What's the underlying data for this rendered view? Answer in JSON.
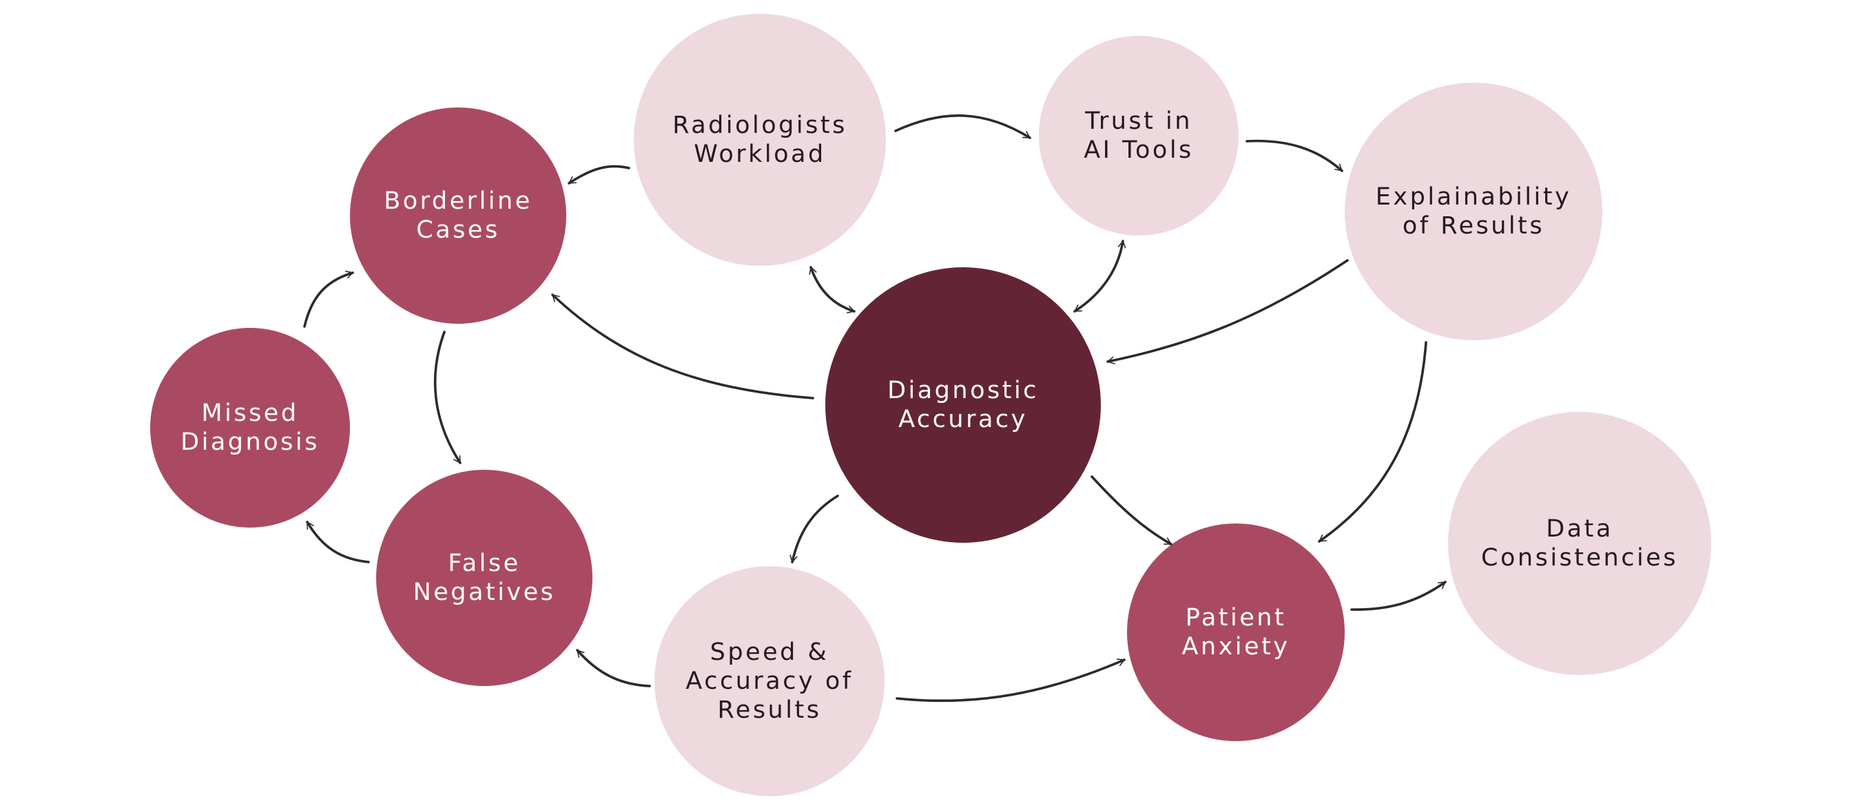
{
  "colors": {
    "light": "#eed9df",
    "medium": "#aa4a62",
    "dark": "#632536",
    "arrow": "#2d2a2c",
    "background": "#ffffff"
  },
  "nodes": {
    "radiologists_workload": {
      "label": "Radiologists\nWorkload",
      "tone": "light"
    },
    "trust_in_ai_tools": {
      "label": "Trust in\nAI Tools",
      "tone": "light"
    },
    "explainability_of_results": {
      "label": "Explainability\nof Results",
      "tone": "light"
    },
    "borderline_cases": {
      "label": "Borderline\nCases",
      "tone": "medium"
    },
    "diagnostic_accuracy": {
      "label": "Diagnostic\nAccuracy",
      "tone": "dark"
    },
    "missed_diagnosis": {
      "label": "Missed\nDiagnosis",
      "tone": "medium"
    },
    "false_negatives": {
      "label": "False\nNegatives",
      "tone": "medium"
    },
    "speed_accuracy_of_results": {
      "label": "Speed &\nAccuracy of\nResults",
      "tone": "light"
    },
    "patient_anxiety": {
      "label": "Patient\nAnxiety",
      "tone": "medium"
    },
    "data_consistencies": {
      "label": "Data\nConsistencies",
      "tone": "light"
    }
  },
  "edges": [
    {
      "from": "radiologists_workload",
      "to": "trust_in_ai_tools",
      "bidirectional": false
    },
    {
      "from": "trust_in_ai_tools",
      "to": "explainability_of_results",
      "bidirectional": false
    },
    {
      "from": "radiologists_workload",
      "to": "borderline_cases",
      "bidirectional": false
    },
    {
      "from": "radiologists_workload",
      "to": "diagnostic_accuracy",
      "bidirectional": true
    },
    {
      "from": "trust_in_ai_tools",
      "to": "diagnostic_accuracy",
      "bidirectional": true
    },
    {
      "from": "explainability_of_results",
      "to": "diagnostic_accuracy",
      "bidirectional": false
    },
    {
      "from": "diagnostic_accuracy",
      "to": "borderline_cases",
      "bidirectional": false
    },
    {
      "from": "borderline_cases",
      "to": "false_negatives",
      "bidirectional": false
    },
    {
      "from": "missed_diagnosis",
      "to": "borderline_cases",
      "bidirectional": false
    },
    {
      "from": "false_negatives",
      "to": "missed_diagnosis",
      "bidirectional": false
    },
    {
      "from": "diagnostic_accuracy",
      "to": "speed_accuracy_of_results",
      "bidirectional": false
    },
    {
      "from": "diagnostic_accuracy",
      "to": "patient_anxiety",
      "bidirectional": false
    },
    {
      "from": "explainability_of_results",
      "to": "patient_anxiety",
      "bidirectional": false
    },
    {
      "from": "speed_accuracy_of_results",
      "to": "false_negatives",
      "bidirectional": false
    },
    {
      "from": "speed_accuracy_of_results",
      "to": "patient_anxiety",
      "bidirectional": false
    },
    {
      "from": "patient_anxiety",
      "to": "data_consistencies",
      "bidirectional": false
    }
  ]
}
